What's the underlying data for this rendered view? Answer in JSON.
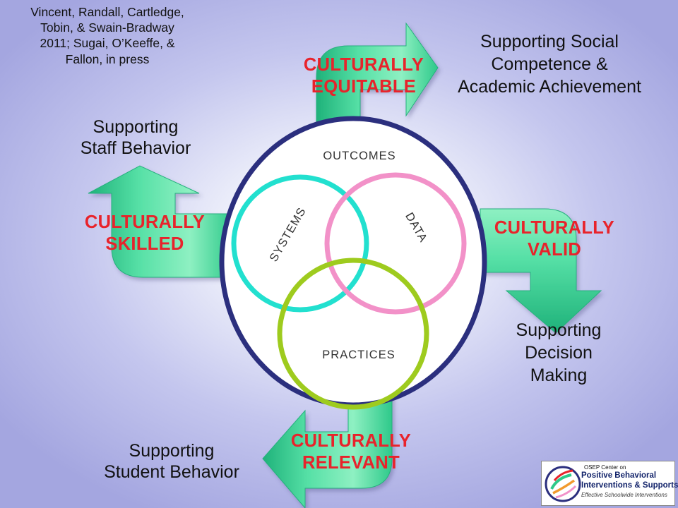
{
  "citation": {
    "lines": [
      "Vincent, Randall, Cartledge,",
      "Tobin, & Swain-Bradway",
      "2011; Sugai, O’Keeffe, &",
      "Fallon, in press"
    ]
  },
  "outcome_labels": {
    "social": [
      "Supporting Social",
      "Competence &",
      "Academic Achievement"
    ],
    "staff": [
      "Supporting",
      "Staff Behavior"
    ],
    "decision": [
      "Supporting",
      "Decision",
      "Making"
    ],
    "student": [
      "Supporting",
      "Student Behavior"
    ]
  },
  "cultural_labels": {
    "equitable": [
      "CULTURALLY",
      "EQUITABLE"
    ],
    "skilled": [
      "CULTURALLY",
      "SKILLED"
    ],
    "valid": [
      "CULTURALLY",
      "VALID"
    ],
    "relevant": [
      "CULTURALLY",
      "RELEVANT"
    ]
  },
  "venn": {
    "outcomes": "OUTCOMES",
    "systems": "SYSTEMS",
    "data": "DATA",
    "practices": "PRACTICES"
  },
  "logo": {
    "line1": "OSEP Center on",
    "line2": "Positive Behavioral",
    "line3": "Interventions & Supports",
    "line4": "Effective Schoolwide Interventions"
  },
  "colors": {
    "arrow_green": "#2ec98a",
    "arrow_light": "#8ef0c2",
    "oval_border": "#2b2f7e",
    "systems_circle": "#22e0cf",
    "data_circle": "#f291c8",
    "practices_circle": "#9ecb1e",
    "culture_text": "#e8232b"
  }
}
